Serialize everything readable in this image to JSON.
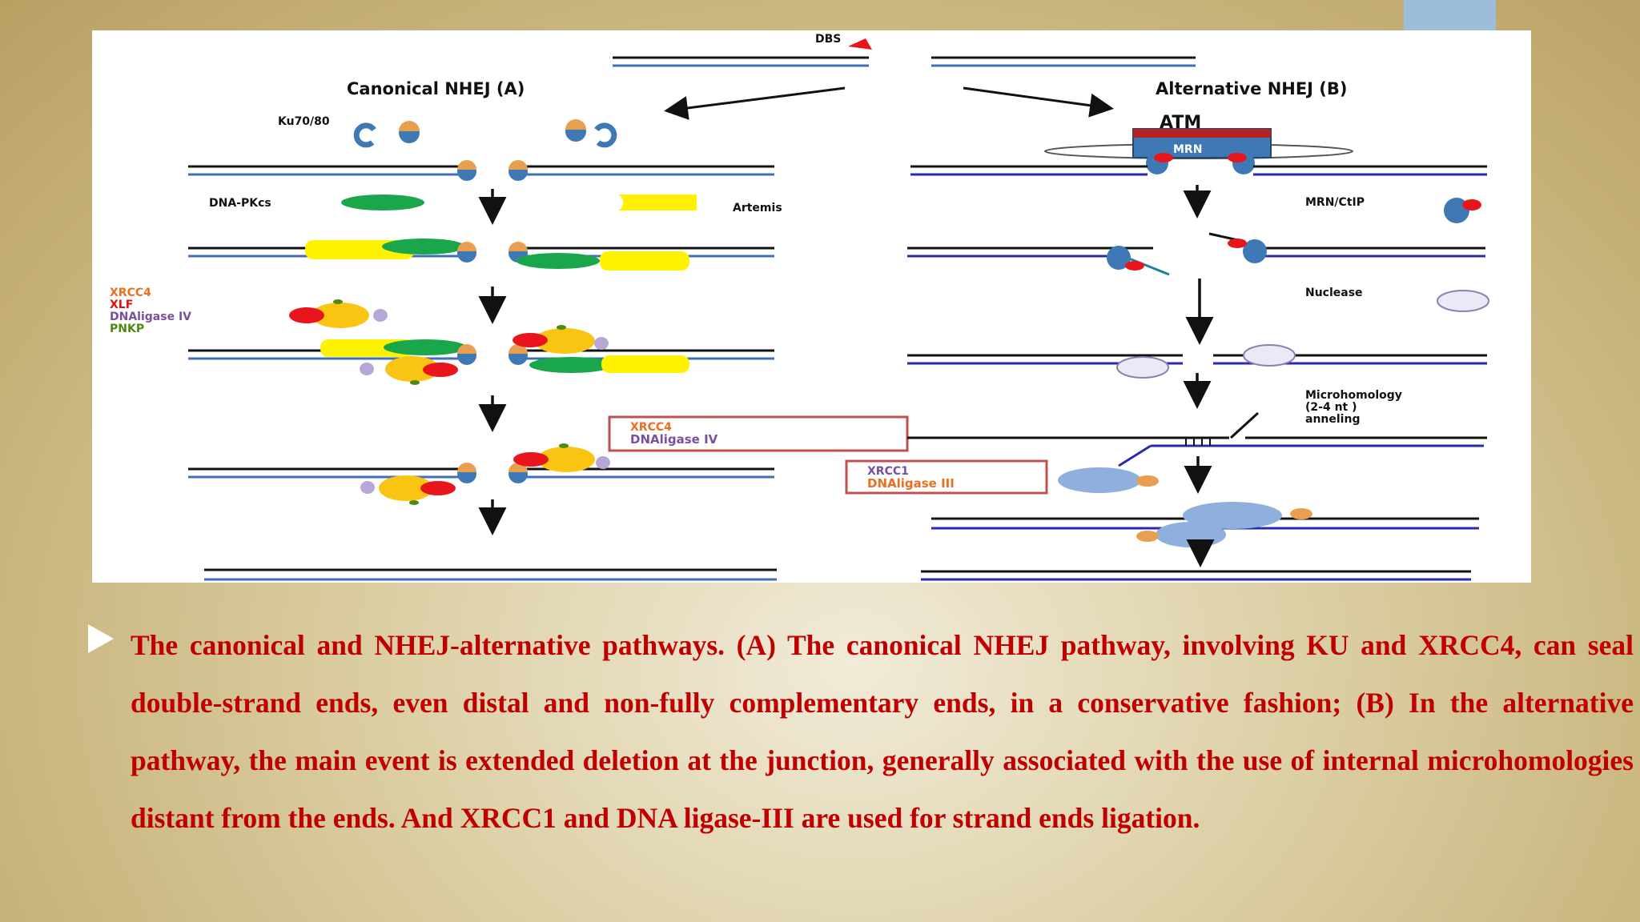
{
  "figure": {
    "dbs_label": "DBS",
    "canonical": {
      "title": "Canonical NHEJ (A)",
      "ku_label": "Ku70/80",
      "dnapkcs_label": "DNA-PKcs",
      "artemis_label": "Artemis",
      "factor_labels": [
        "XRCC4",
        "XLF",
        "DNAligase IV",
        "PNKP"
      ],
      "box_labels": [
        "XRCC4",
        "DNAligase IV"
      ]
    },
    "alternative": {
      "title": "Alternative NHEJ (B)",
      "atm_label": "ATM",
      "mrn_label": "MRN",
      "mrn_ctip_label": "MRN/CtIP",
      "nuclease_label": "Nuclease",
      "microhomology_label": [
        "Microhomology",
        "(2-4 nt )",
        "anneling"
      ],
      "box_labels": [
        "XRCC1",
        "DNAligase III"
      ]
    }
  },
  "caption": "The canonical and NHEJ-alternative pathways. (A) The canonical NHEJ pathway, involving KU and XRCC4, can seal double-strand ends, even distal and non-fully complementary ends, in a conservative fashion; (B) In the alternative pathway, the main event is extended deletion at the junction, generally associated with the use of internal  microhomologies distant from the ends. And XRCC1 and DNA ligase-III are used for strand ends ligation.",
  "colors": {
    "caption_red": "#c00000",
    "label_orange": "#e8701e",
    "label_red": "#e01010",
    "label_purple": "#7a4fa0",
    "label_green": "#4f8a10",
    "ku_blue": "#3f79b5",
    "ku_orange": "#e8a050",
    "dnapkcs_green": "#1aa64a",
    "artemis_yellow": "#fff200",
    "xrcc4_yellow": "#f9c412",
    "xlf_red": "#e8151d",
    "ligase_lavender": "#b7a7d6",
    "strand_blue": "#3f6fb5",
    "strand_black": "#111111",
    "mrn_blue": "#3f79b5",
    "atm_red": "#b22222",
    "xrcc1_lightblue": "#8fb0dc",
    "tab_accent": "#9cbedb"
  }
}
